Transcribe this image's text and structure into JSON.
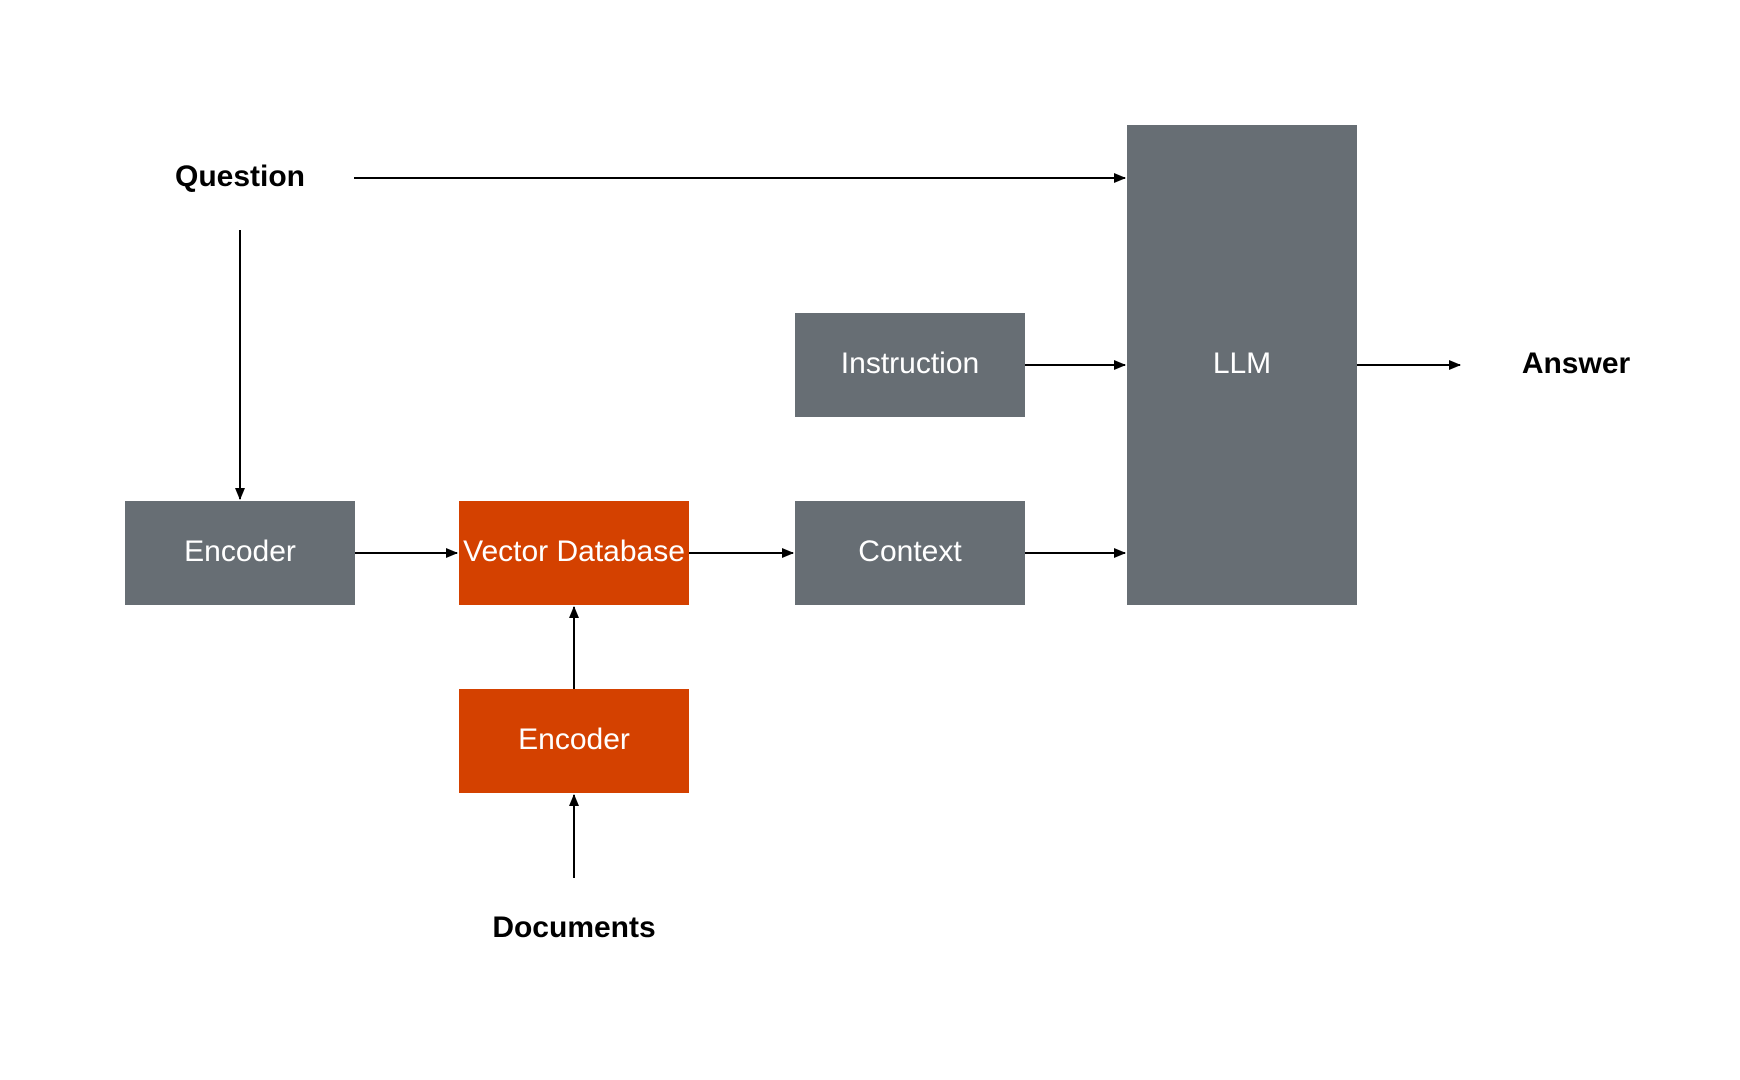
{
  "colors": {
    "gray_box": "#676e74",
    "orange_box": "#d44100",
    "arrow": "#000000",
    "label_text": "#ffffff",
    "io_text": "#000000"
  },
  "labels": {
    "question": "Question",
    "answer": "Answer",
    "documents": "Documents",
    "query_encoder": "Encoder",
    "vector_database": "Vector Database",
    "context": "Context",
    "instruction": "Instruction",
    "llm": "LLM",
    "doc_encoder": "Encoder"
  }
}
